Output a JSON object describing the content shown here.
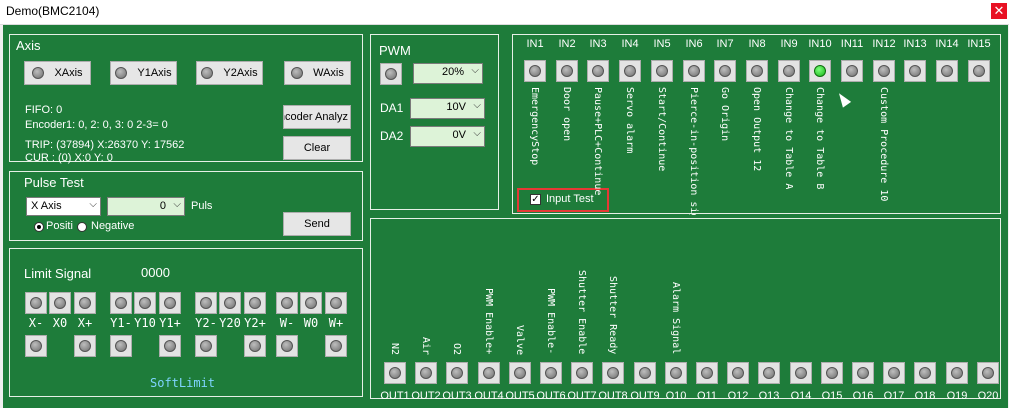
{
  "window": {
    "title": "Demo(BMC2104)",
    "close_glyph": "✕"
  },
  "axis": {
    "title": "Axis",
    "buttons": [
      "XAxis",
      "Y1Axis",
      "Y2Axis",
      "WAxis"
    ],
    "fifo": "FIFO: 0",
    "encoder": "Encoder1: 0, 2: 0, 3: 0 2-3= 0",
    "trip": "TRIP: (37894) X:26370 Y: 17562",
    "cur": "CUR : (0) X:0 Y: 0",
    "encoder_button": "Encoder Analyz",
    "clear_button": "Clear"
  },
  "pwm": {
    "title": "PWM",
    "value": "20%",
    "da1_label": "DA1",
    "da1_value": "10V",
    "da2_label": "DA2",
    "da2_value": "0V"
  },
  "pulse": {
    "title": "Pulse Test",
    "axis_select": "X Axis",
    "count": "0",
    "unit": "Puls",
    "send_button": "Send",
    "positive_label": "Positi",
    "negative_label": "Negative",
    "selected": "positive"
  },
  "limit": {
    "title": "Limit Signal",
    "code": "0000",
    "labels": [
      "X-",
      "X0",
      "X+",
      "Y1-",
      "Y10",
      "Y1+",
      "Y2-",
      "Y20",
      "Y2+",
      "W-",
      "W0",
      "W+"
    ],
    "softlimit": "SoftLimit"
  },
  "inputs": {
    "labels": [
      "IN1",
      "IN2",
      "IN3",
      "IN4",
      "IN5",
      "IN6",
      "IN7",
      "IN8",
      "IN9",
      "IN10",
      "IN11",
      "IN12",
      "IN13",
      "IN14",
      "IN15"
    ],
    "active_index": 9,
    "descriptions": [
      "EmergencyStop",
      "Door open",
      "Pause+PLC+Continue",
      "Servo alarm",
      "Start/Continue",
      "Pierce-in-position signal",
      "Go Origin",
      "Open Output 12",
      "Change to Table A",
      "Change to Table B",
      "",
      "Custom Procedure 10",
      "",
      "",
      ""
    ],
    "test_label": "Input Test",
    "test_checked": true
  },
  "outputs": {
    "labels": [
      "OUT1",
      "OUT2",
      "OUT3",
      "OUT4",
      "OUT5",
      "OUT6",
      "OUT7",
      "OUT8",
      "OUT9",
      "O10",
      "O11",
      "O12",
      "O13",
      "O14",
      "O15",
      "O16",
      "O17",
      "O18",
      "O19",
      "O20"
    ],
    "descriptions": [
      "N2",
      "Air",
      "O2",
      "PWM Enable+",
      "Valve",
      "PWM Enable-",
      "Shutter Enable",
      "Shutter Ready",
      "",
      "Alarm Signal",
      "",
      "",
      "",
      "",
      "",
      "",
      "",
      "",
      "",
      ""
    ]
  },
  "colors": {
    "panel_bg": "#1e7c3a",
    "highlight_box": "#e53935",
    "led_on": "#2ecc40",
    "led_off": "#8a8a8a"
  }
}
